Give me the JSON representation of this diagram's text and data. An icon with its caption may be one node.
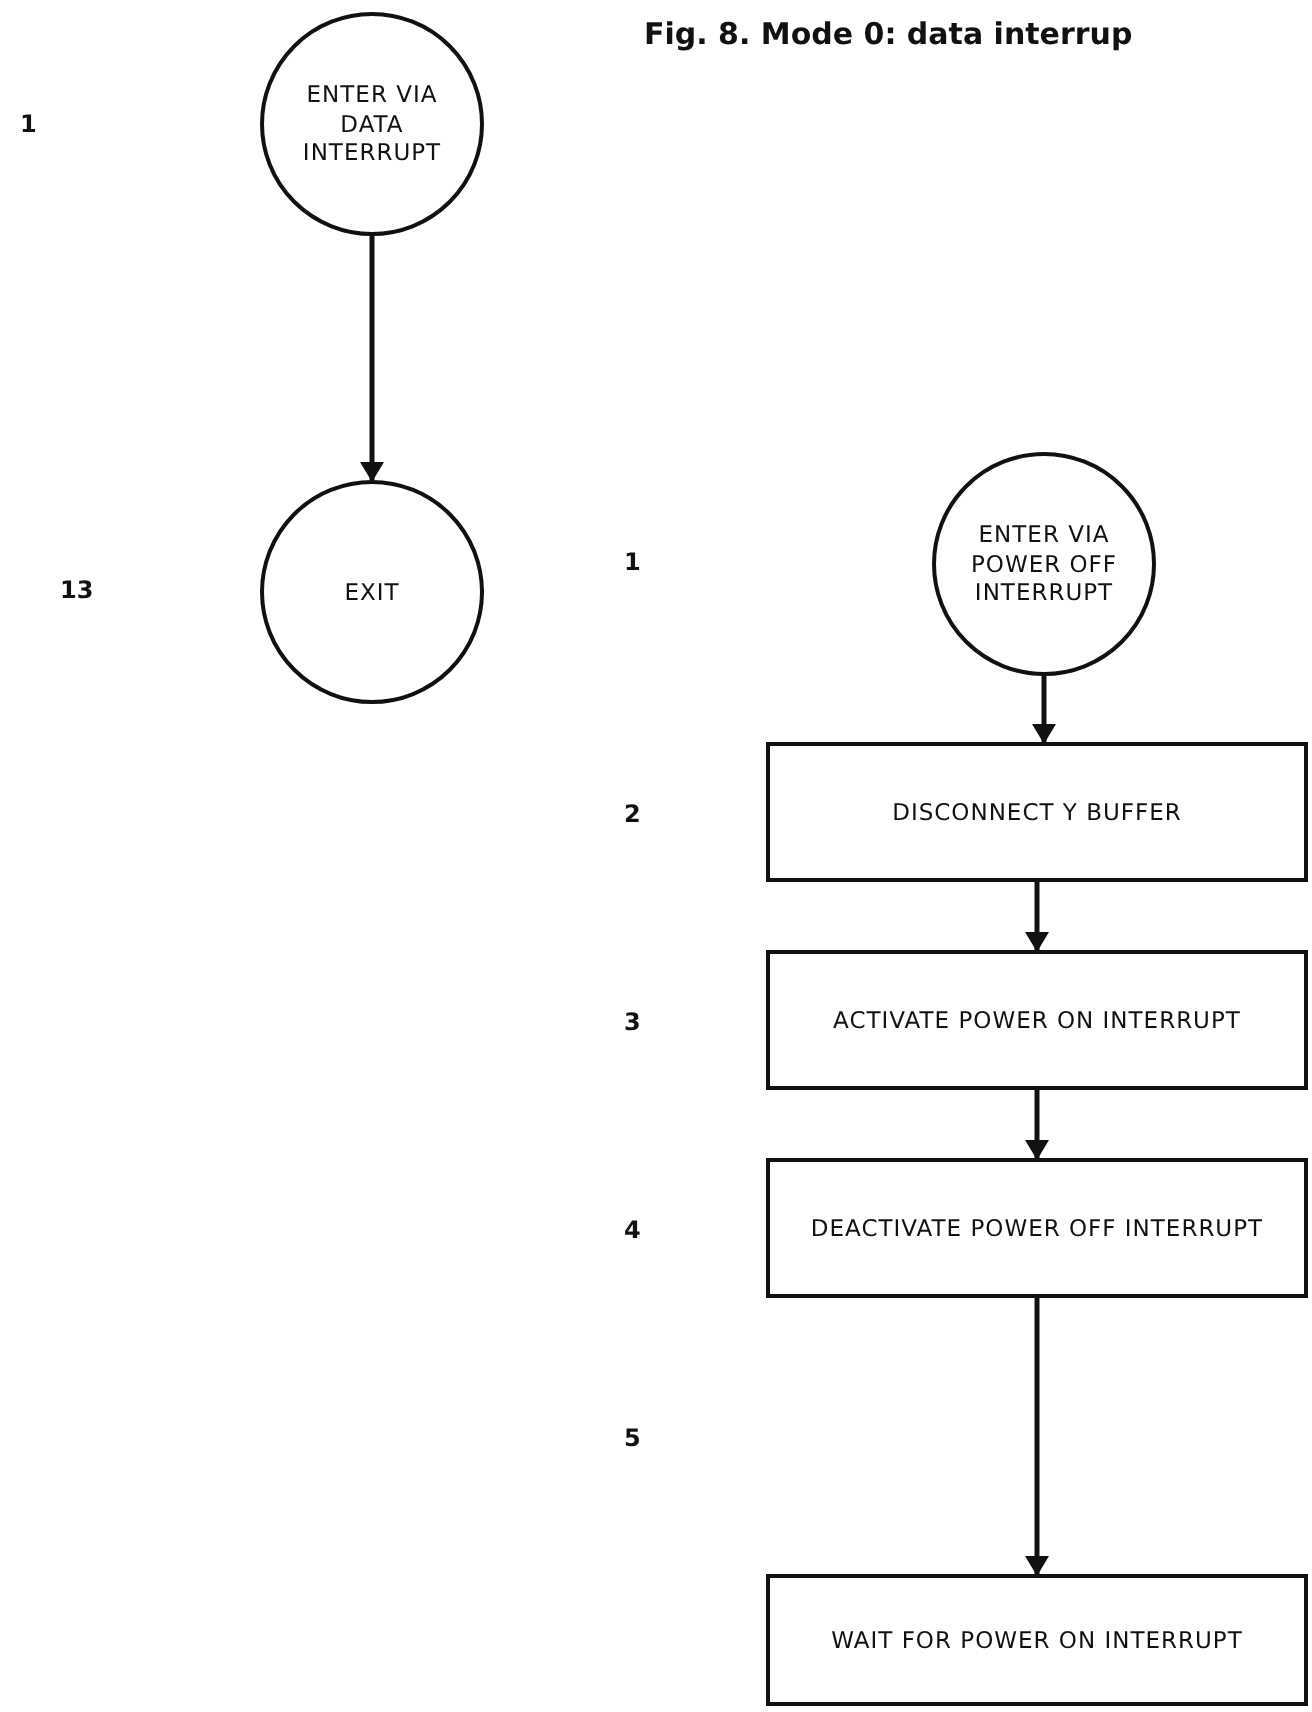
{
  "diagram": {
    "title": "Fig. 8. Mode 0: data interrup",
    "nodes": [
      {
        "text": [
          "ENTER VIA DATA INTERRUPT"
        ]
      },
      {
        "text": [
          "EXIT"
        ]
      },
      {
        "text": [
          "ENTER VIA POWER OFF INTERRUPT"
        ]
      },
      {
        "text": [
          "DISCONNECT Y BUFFER"
        ]
      },
      {
        "text": [
          "ACTIVATE POWER ON INTERRUPT"
        ]
      },
      {
        "text": [
          "DEACTIVATE POWER OFF INTERRUPT"
        ]
      },
      {
        "text": [
          "WAIT FOR POWER ON INTERRUPT"
        ]
      }
    ],
    "edges": [
      {
        "from": 0,
        "to": 1,
        "arrow": "to"
      },
      {
        "from": 2,
        "to": 3,
        "arrow": "to"
      },
      {
        "from": 3,
        "to": 4,
        "arrow": "to"
      },
      {
        "from": 4,
        "to": 5,
        "arrow": "to"
      },
      {
        "from": 5,
        "to": 6,
        "arrow": "to"
      }
    ],
    "labels": [
      "1",
      "13",
      "1",
      "2",
      "3",
      "4",
      "5"
    ]
  }
}
